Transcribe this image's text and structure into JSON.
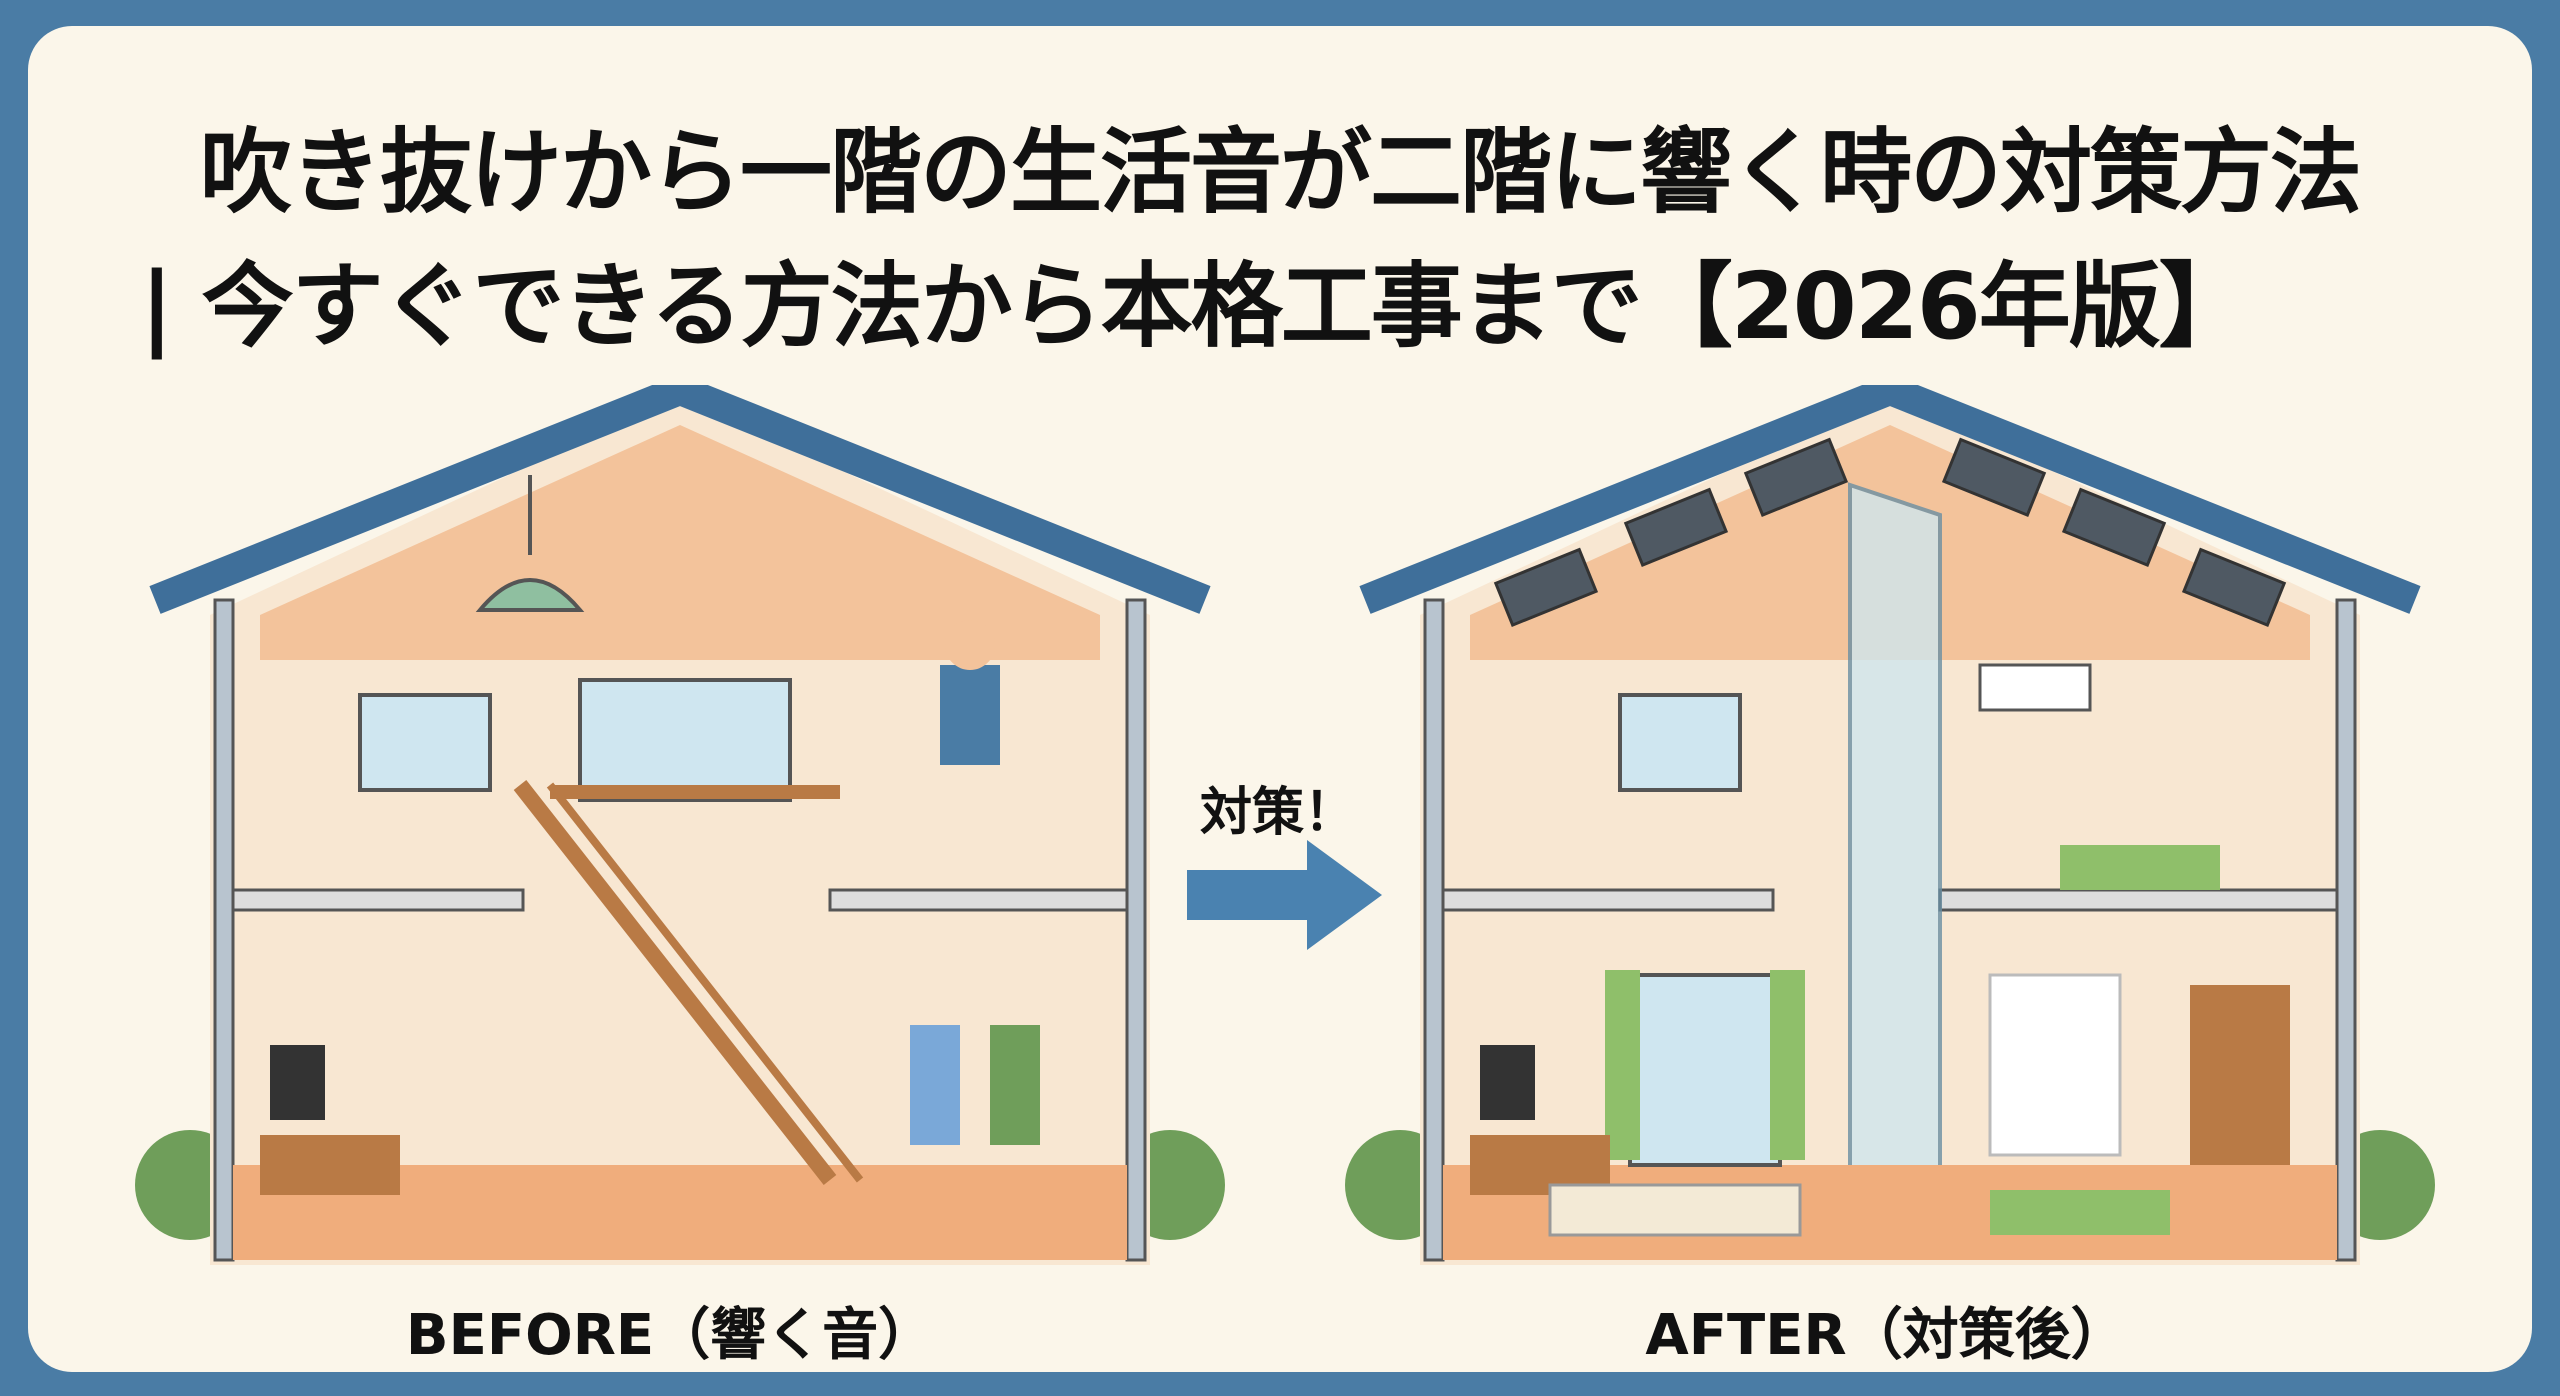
{
  "title": {
    "line1": "吹き抜けから一階の生活音が二階に響く時の対策方法",
    "line2": "| 今すぐできる方法から本格工事まで【2026年版】"
  },
  "arrow_label": "対策！",
  "before_label": "BEFORE（響く音）",
  "after_label": "AFTER（対策後）",
  "colors": {
    "frame": "#4a7ca5",
    "background": "#fbf6ea",
    "roof": "#3f6f9a",
    "wall": "#f3c39b",
    "arrow": "#4a82b0"
  }
}
